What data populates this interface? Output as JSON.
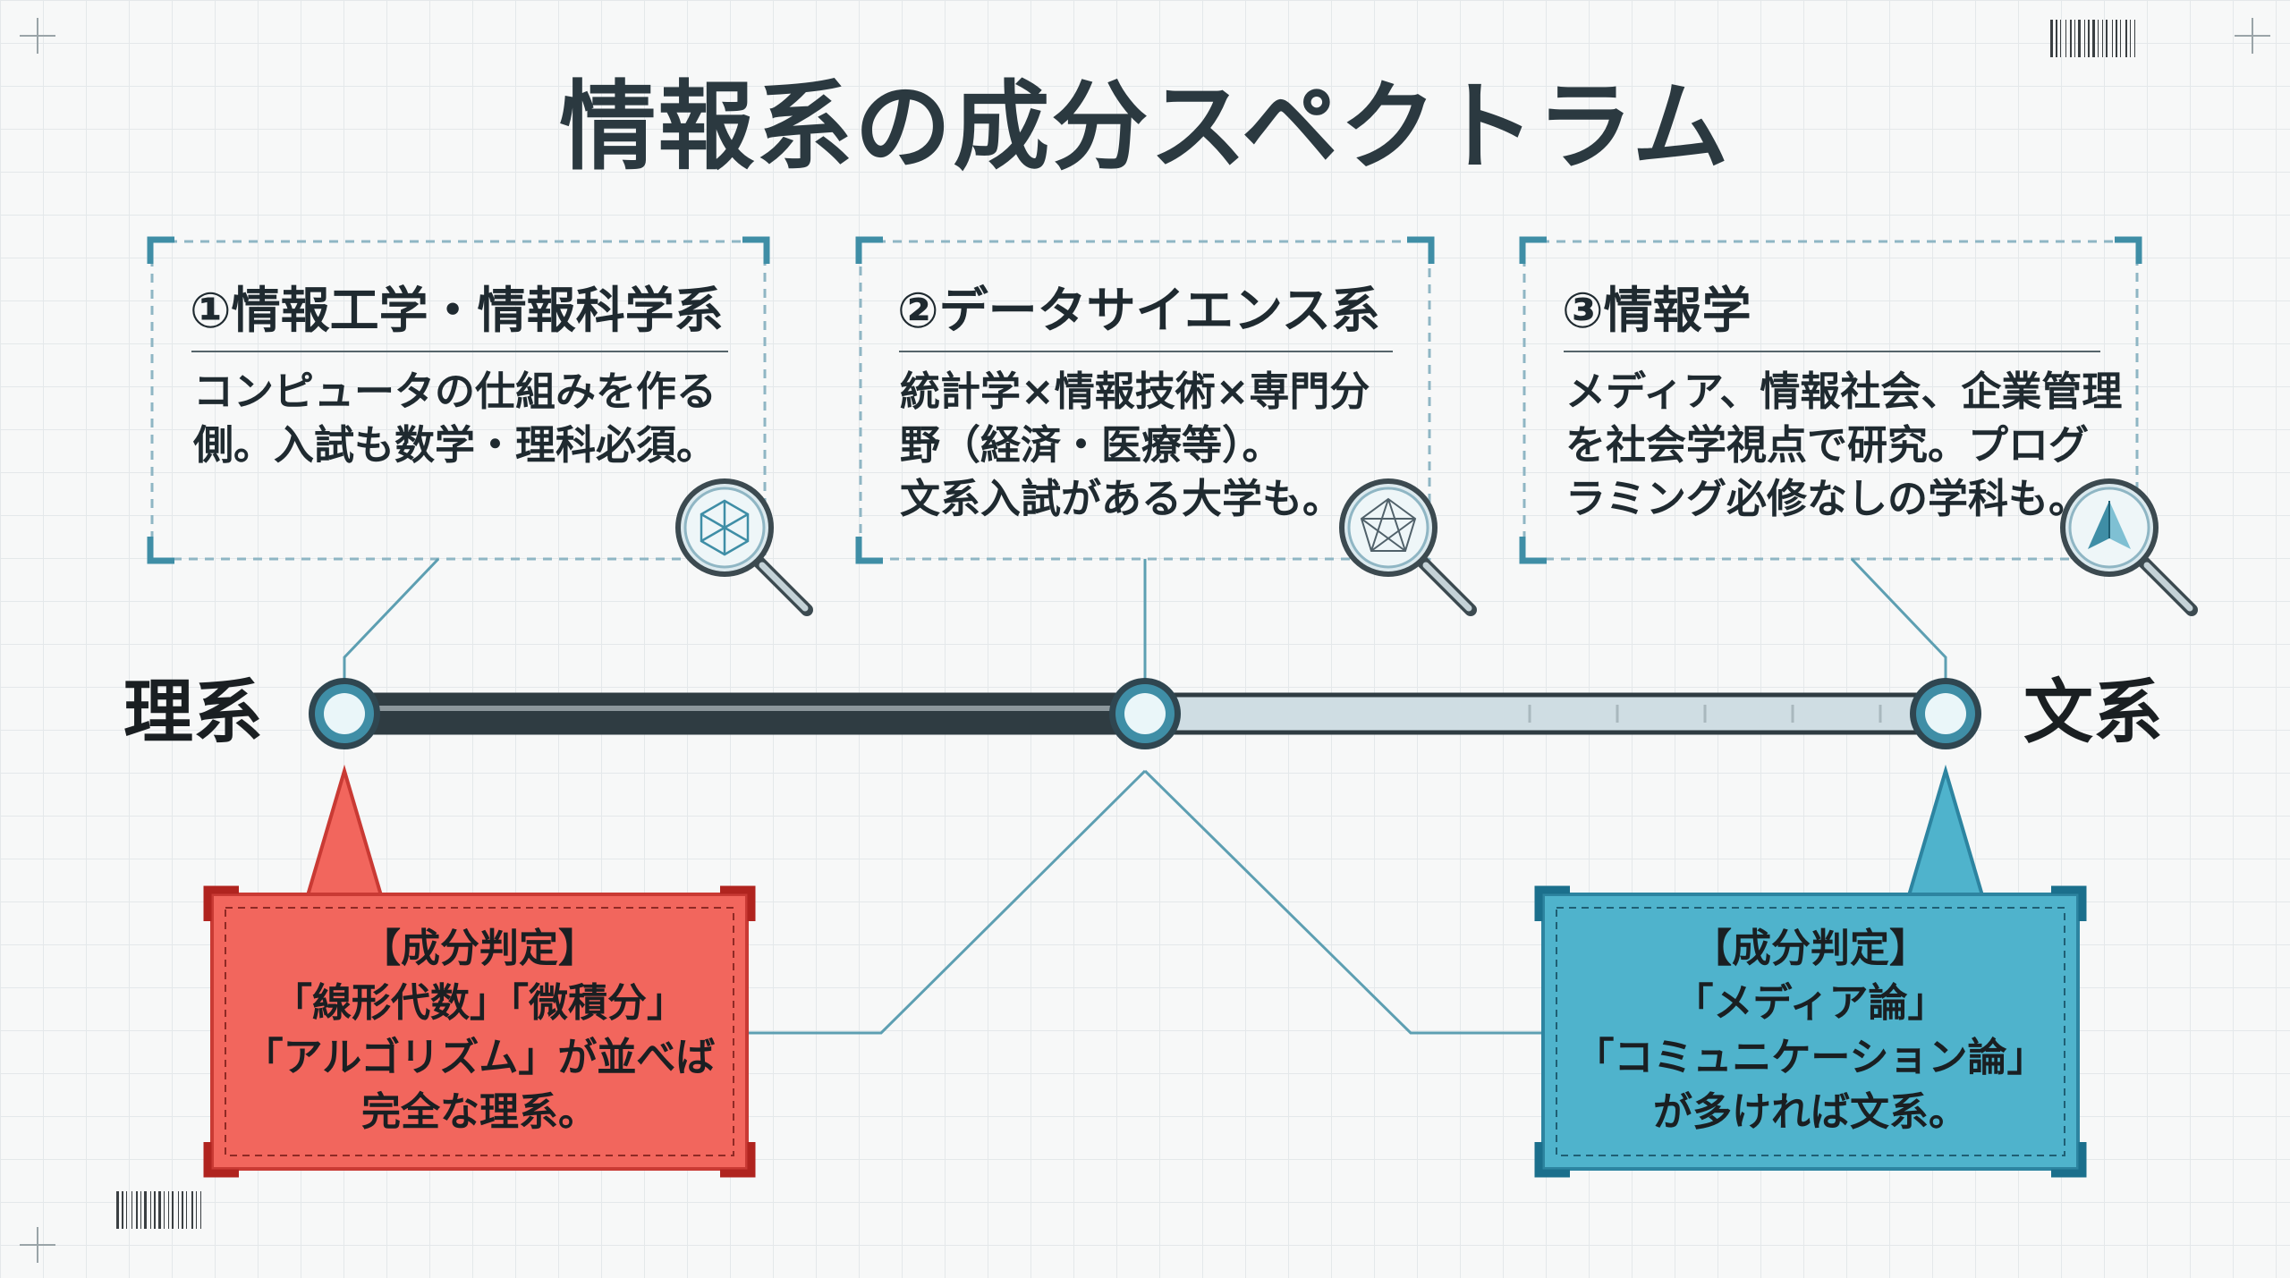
{
  "title": "情報系の成分スペクトラム",
  "cards": [
    {
      "title": "①情報工学・情報科学系",
      "lines": [
        "コンピュータの仕組みを作る",
        "側。入試も数学・理科必須。"
      ]
    },
    {
      "title": "②データサイエンス系",
      "lines": [
        "統計学×情報技術×専門分",
        "野（経済・医療等）。",
        "文系入試がある大学も。"
      ]
    },
    {
      "title": "③情報学",
      "lines": [
        "メディア、情報社会、企業管理",
        "を社会学視点で研究。プログ",
        "ラミング必修なしの学科も。"
      ]
    }
  ],
  "axis": {
    "left_label": "理系",
    "right_label": "文系"
  },
  "verdicts": {
    "science": {
      "lines": [
        "【成分判定】",
        "「線形代数」「微積分」",
        "「アルゴリズム」が並べば",
        "完全な理系。"
      ]
    },
    "humanities": {
      "lines": [
        "【成分判定】",
        "「メディア論」",
        "「コミュニケーション論」",
        "が多ければ文系。"
      ]
    }
  },
  "colors": {
    "accent_teal": "#3f8ea6",
    "science_red": "#f2665d",
    "humanities_blue": "#4fb3cc",
    "bar_dark": "#2f3c42",
    "bar_light": "#cfdde3"
  },
  "icons": [
    "magnifier-network-icon",
    "magnifier-network-icon",
    "magnifier-pyramid-icon"
  ]
}
